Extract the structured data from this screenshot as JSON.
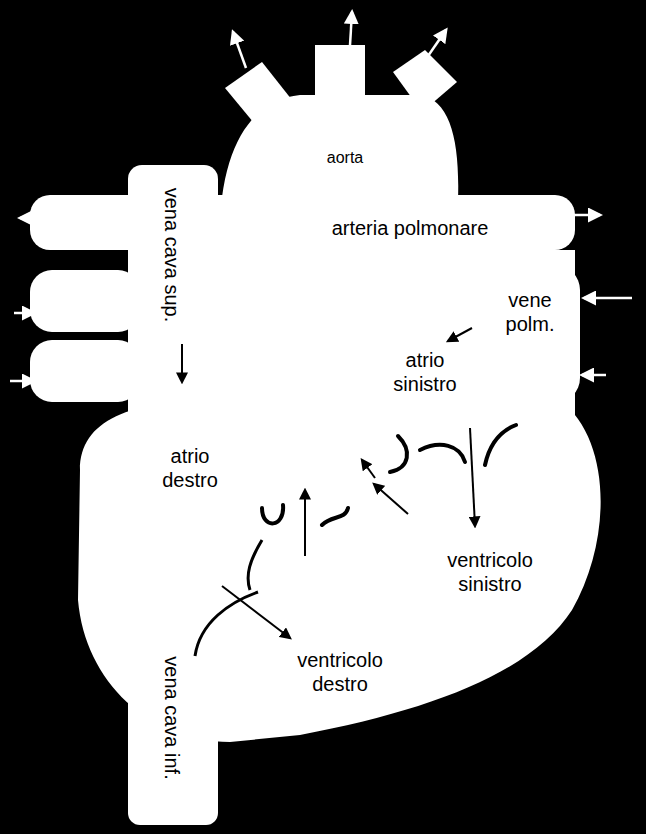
{
  "diagram": {
    "labels": [
      "aorta",
      "vena cava sup.",
      "arteria polmonare",
      "vene polm.",
      "atrio sinistro",
      "atrio destro",
      "ventricolo sinistro",
      "ventricolo destro",
      "vena cava inf."
    ]
  }
}
